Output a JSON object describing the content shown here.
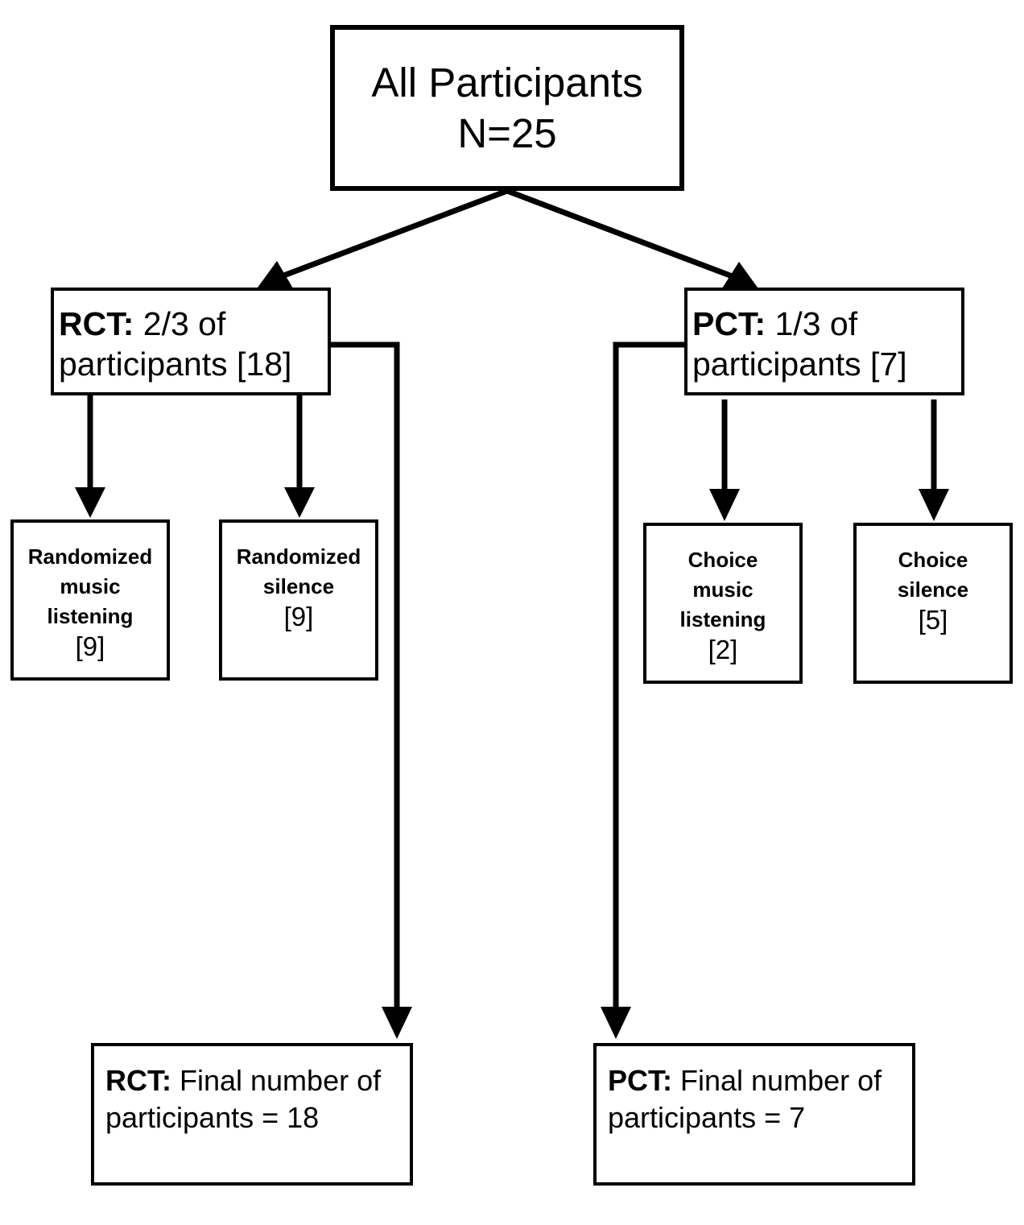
{
  "root": {
    "line1": "All Participants",
    "line2": "N=25"
  },
  "rct": {
    "bold": "RCT:",
    "line1_rest": " 2/3 of",
    "line2": "participants [18]",
    "final_bold": "RCT:",
    "final_line1_rest": " Final number of",
    "final_line2": "participants = 18"
  },
  "pct": {
    "bold": "PCT:",
    "line1_rest": " 1/3 of",
    "line2": "participants [7]",
    "final_bold": "PCT:",
    "final_line1_rest": " Final number of",
    "final_line2": "participants = 7"
  },
  "arms": {
    "rand_music": {
      "label": "Randomized\nmusic\nlistening",
      "count": "[9]"
    },
    "rand_silence": {
      "label": "Randomized\nsilence\n",
      "count": "[9]"
    },
    "choice_music": {
      "label": "Choice\nmusic\nlistening",
      "count": "[2]"
    },
    "choice_silence": {
      "label": "Choice\nsilence\n",
      "count": "[5]"
    }
  },
  "colors": {
    "stroke": "#000000",
    "background": "#ffffff"
  }
}
